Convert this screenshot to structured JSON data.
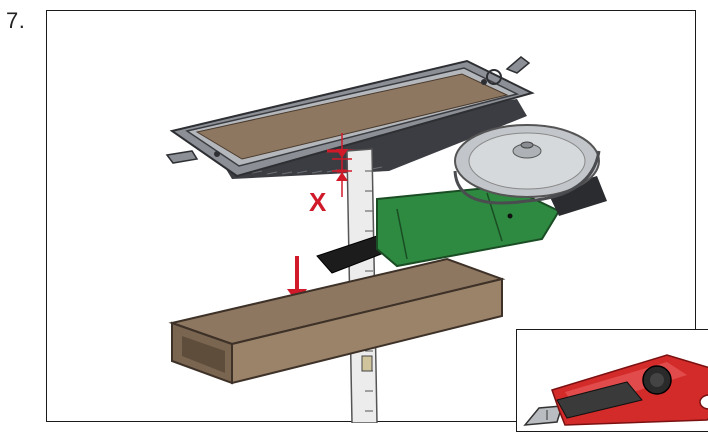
{
  "step": {
    "number": "7."
  },
  "labels": {
    "dimension_letter": "X"
  },
  "icons": {
    "frame": "aluminium-frame",
    "board": "wooden-board",
    "ruler": "measuring-ruler",
    "saw": "angle-grinder",
    "arrow": "down-arrow",
    "knife": "utility-knife"
  },
  "colors": {
    "accent": "#d01a2a",
    "saw_body": "#2e8a40",
    "board": "#8e7760",
    "frame": "#5a5d62"
  }
}
